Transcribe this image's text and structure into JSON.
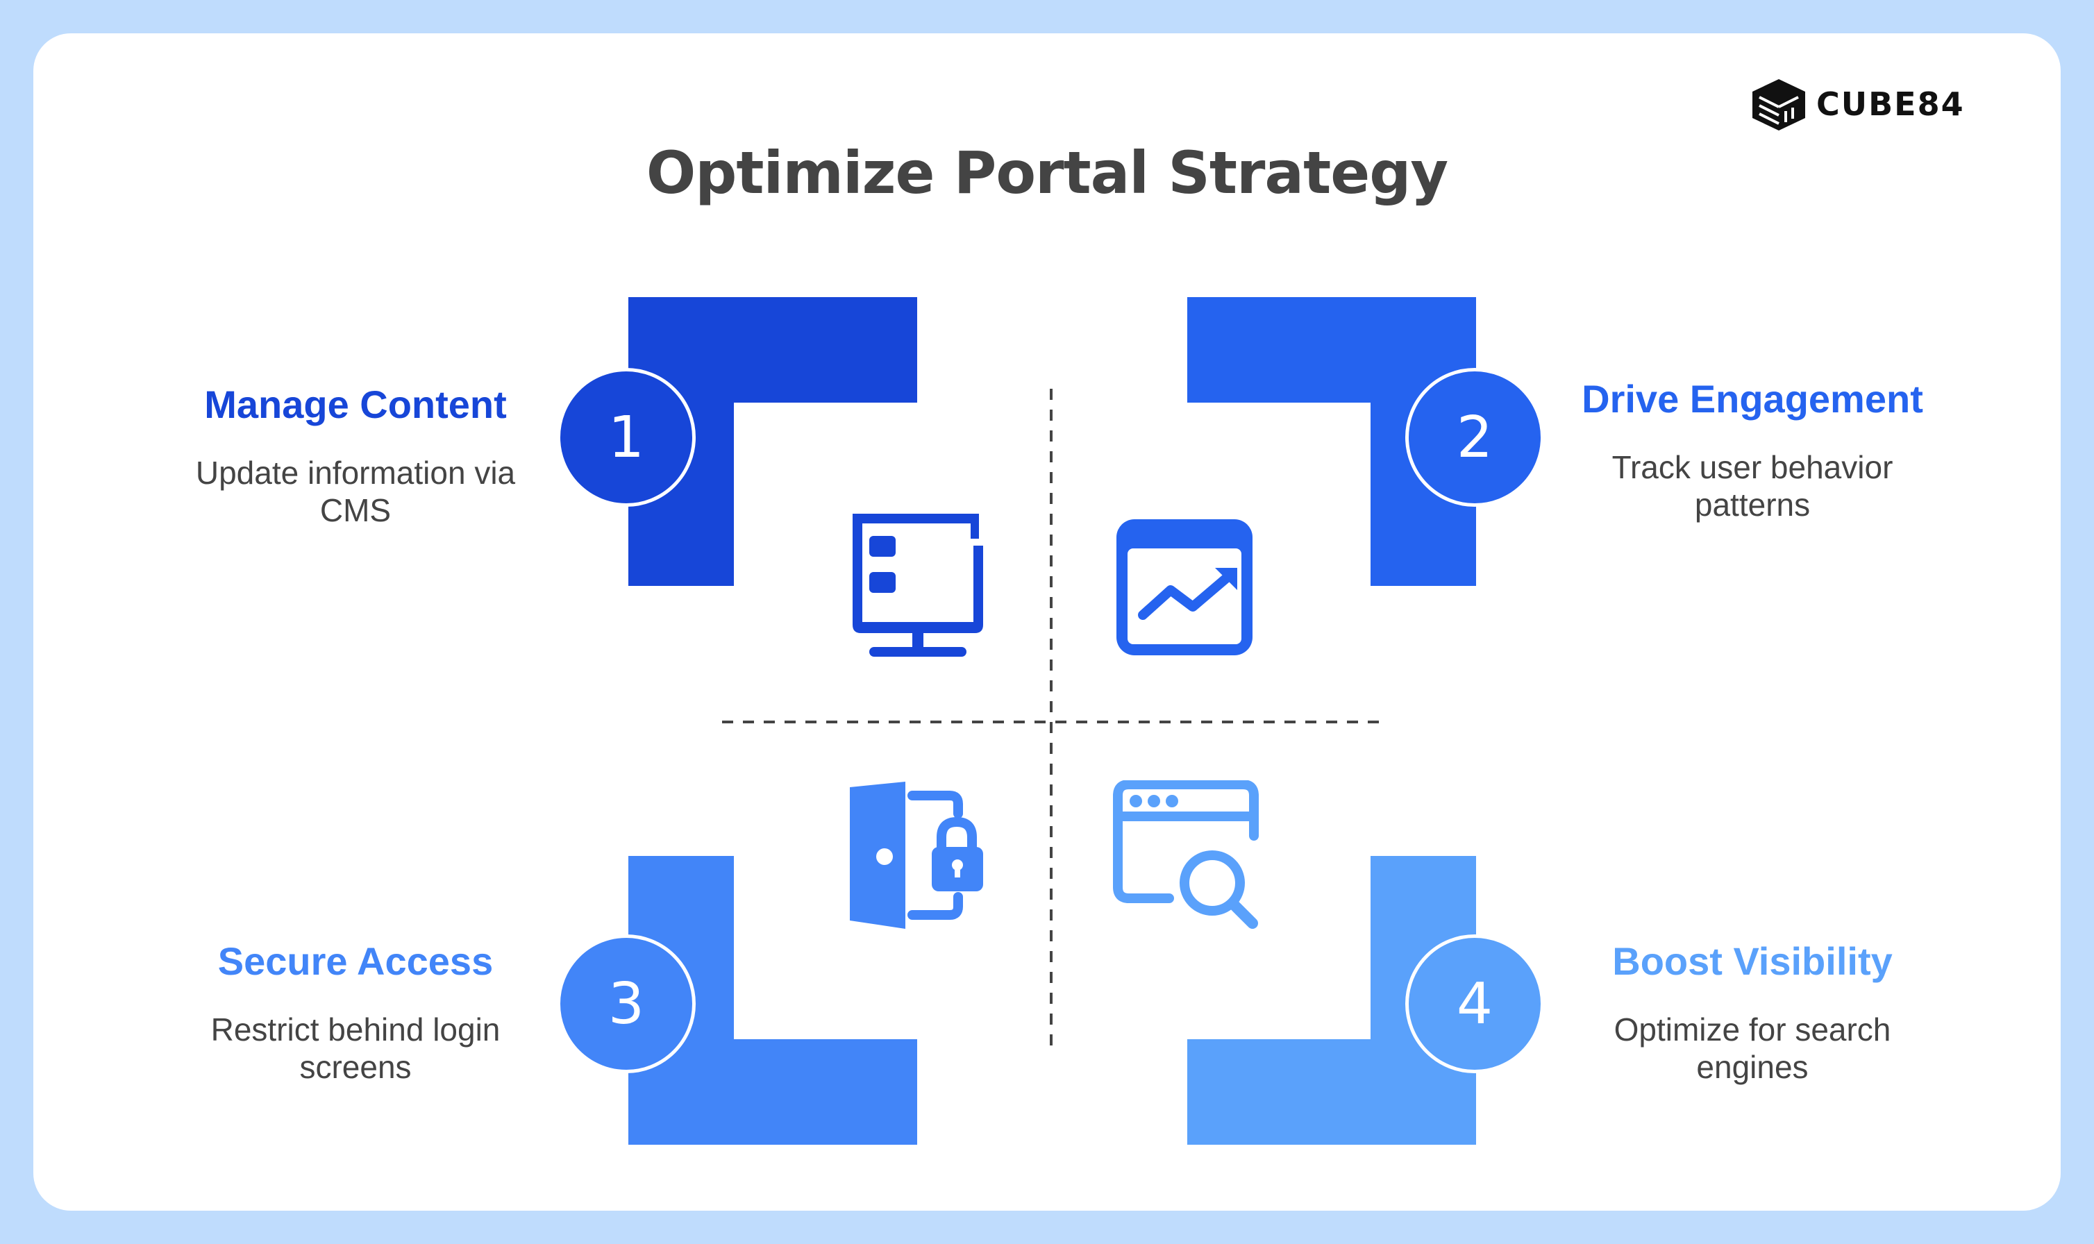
{
  "title": "Optimize Portal Strategy",
  "brand": {
    "name": "CUBE84",
    "icon": "cube-logo-icon"
  },
  "colors": {
    "background": "#bfdcfd",
    "title": "#444444",
    "step1": "#1746d8",
    "step2": "#2563ef",
    "step3": "#4285f8",
    "step4": "#5aa1fb"
  },
  "steps": [
    {
      "number": "1",
      "title": "Manage Content",
      "description": "Update information via CMS",
      "icon": "monitor-dashboard-icon"
    },
    {
      "number": "2",
      "title": "Drive Engagement",
      "description": "Track user behavior patterns",
      "icon": "analytics-chart-icon"
    },
    {
      "number": "3",
      "title": "Secure Access",
      "description": "Restrict behind login screens",
      "icon": "door-lock-icon"
    },
    {
      "number": "4",
      "title": "Boost Visibility",
      "description": "Optimize for search engines",
      "icon": "search-browser-icon"
    }
  ]
}
